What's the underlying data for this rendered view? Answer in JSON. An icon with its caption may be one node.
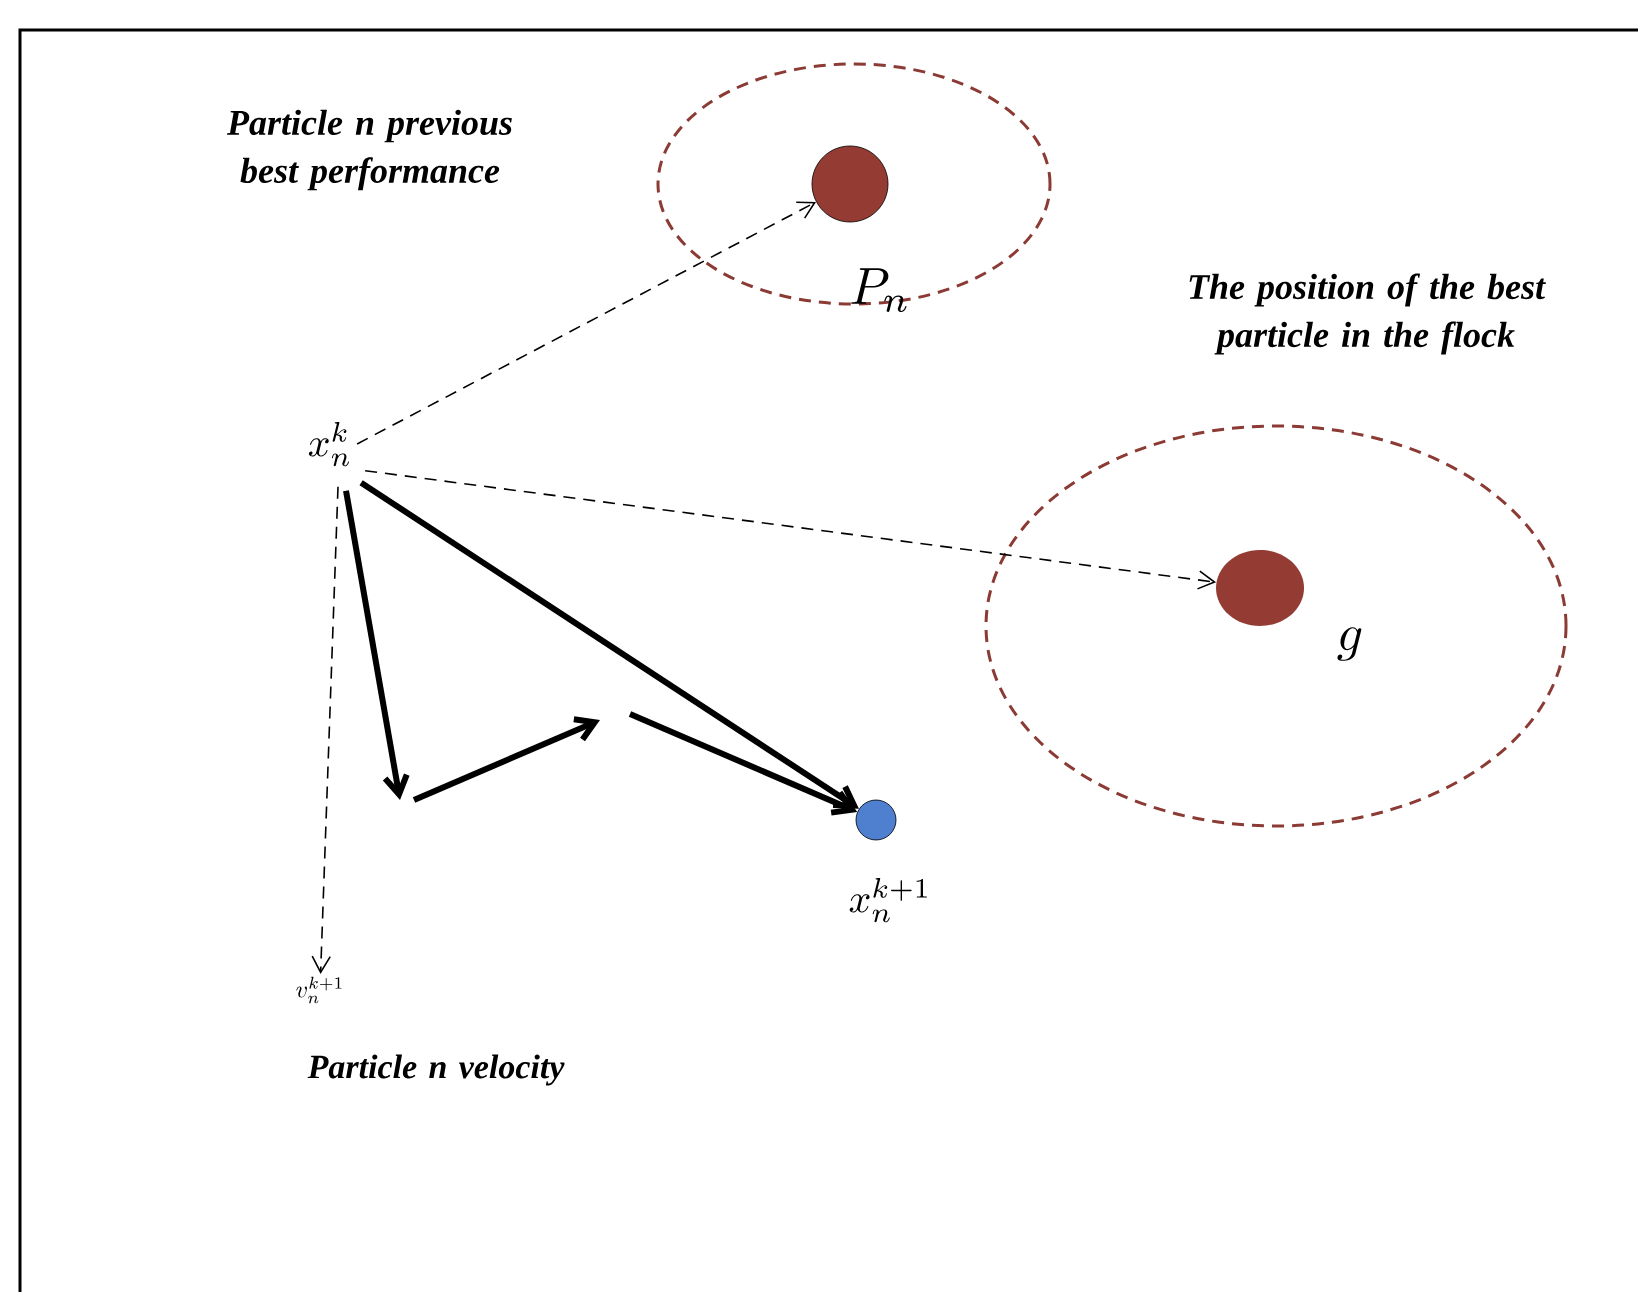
{
  "diagram": {
    "nodes": [
      {
        "text": [
          "x_{n}^{k}"
        ]
      },
      {
        "text": [
          "P_n"
        ]
      },
      {
        "text": [],
        "shape": "circle",
        "in": 1
      },
      {
        "text": [
          "g"
        ]
      },
      {
        "text": [],
        "shape": "circle",
        "in": 3
      },
      {
        "text": [],
        "shape": "circle",
        "beside": [
          "x_{n}^{k+1}"
        ]
      },
      {
        "text": [
          "v_{n}^{k+1}"
        ],
        "beside": [
          "Particle n velocity"
        ]
      }
    ],
    "edges": [
      {
        "from": 0,
        "to": 2,
        "arrow": "to",
        "style": "dashed"
      },
      {
        "from": 0,
        "to": 4,
        "arrow": "to",
        "style": "dashed"
      },
      {
        "from": 0,
        "to": 6,
        "arrow": "to",
        "style": "dashed"
      },
      {
        "from": 0,
        "to": null,
        "arrow": "to",
        "style": "thick"
      },
      {
        "from": 0,
        "to": 5,
        "arrow": "to",
        "style": "thick"
      },
      {
        "from": null,
        "to": 5,
        "arrow": "to",
        "style": "thick"
      }
    ],
    "labels": [
      "Particle n previous best performance",
      "The position of the best particle in the flock"
    ]
  }
}
